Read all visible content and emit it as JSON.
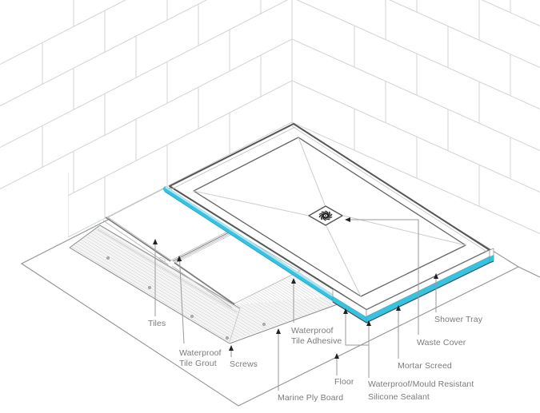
{
  "labels": {
    "tiles": "Tiles",
    "grout_l1": "Waterproof",
    "grout_l2": "Tile Grout",
    "screws": "Screws",
    "adhesive_l1": "Waterproof",
    "adhesive_l2": "Tile Adhesive",
    "marine_ply": "Marine Ply Board",
    "floor": "Floor",
    "sealant_l1": "Waterproof/Mould Resistant",
    "sealant_l2": "Silicone Sealant",
    "mortar": "Mortar Screed",
    "waste": "Waste Cover",
    "tray": "Shower Tray"
  },
  "colors": {
    "sealant": "#38c2e0",
    "sealant_light": "#aee9f4",
    "sealant_dark": "#1c9fc2",
    "leader_gray": "#9a9a9a",
    "text_gray": "#7b7b7b",
    "tray_edge": "#555555",
    "wall_line": "#d0d3d6",
    "arrow_black": "#222222"
  }
}
